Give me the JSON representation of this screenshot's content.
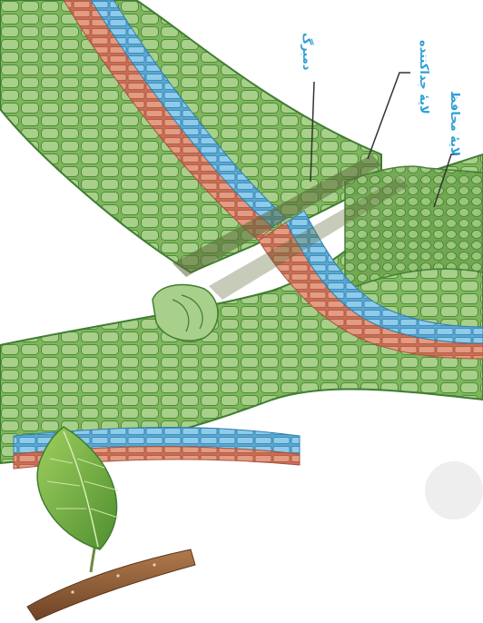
{
  "labels": {
    "petiole": "دمبرگ",
    "separation_layer": "لایهٔ جداکننده",
    "protective_layer": "لایهٔ محافظ"
  },
  "colors": {
    "tissue_green": "#7fb55c",
    "tissue_dark": "#3f7d32",
    "cell_light": "#a8d08a",
    "vascular_blue": "#6fb7dc",
    "vascular_red": "#d9826a",
    "abscission_band": "#5b6a3a",
    "leader_line": "#333333",
    "label_text": "#2e9fd6",
    "twig_brown": "#8a5a35"
  }
}
